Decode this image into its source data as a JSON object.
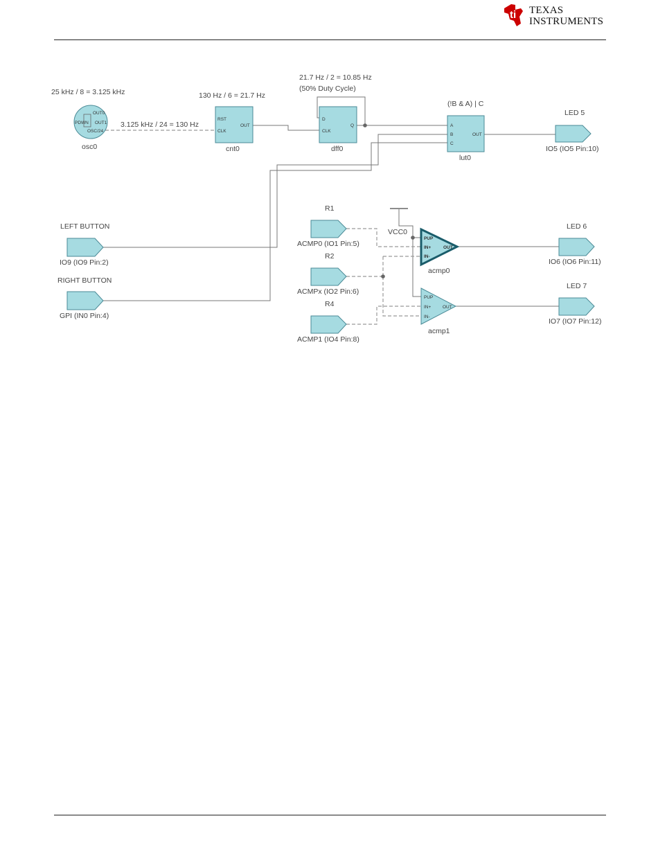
{
  "brand": {
    "line1": "Texas",
    "line2": "Instruments",
    "logo_icon": "ti-logo-icon",
    "logo_color": "#cc0000"
  },
  "colors": {
    "block_fill": "#a6dbe1",
    "block_stroke": "#4a8a96",
    "selected_stroke": "#1a5c6a",
    "wire": "#777777"
  },
  "diagram": {
    "osc": {
      "note": "25 kHz / 8 = 3.125 kHz",
      "name": "osc0",
      "pins": {
        "pdwn": "PDWN",
        "out0": "OUT0",
        "out1": "OUT1",
        "osc24": "OSC/24"
      },
      "link_note": "3.125 kHz / 24 = 130 Hz"
    },
    "cnt": {
      "note": "130 Hz / 6 = 21.7 Hz",
      "name": "cnt0",
      "pins": {
        "rst": "RST",
        "clk": "CLK",
        "out": "OUT"
      }
    },
    "dff": {
      "note_line1": "21.7 Hz / 2 = 10.85 Hz",
      "note_line2": "(50% Duty Cycle)",
      "name": "dff0",
      "pins": {
        "d": "D",
        "clk": "CLK",
        "q": "Q"
      }
    },
    "lut": {
      "note": "(!B & A) | C",
      "name": "lut0",
      "pins": {
        "a": "A",
        "b": "B",
        "c": "C",
        "out": "OUT"
      }
    },
    "led5": {
      "title": "LED 5",
      "pin": "IO5 (IO5 Pin:10)"
    },
    "led6": {
      "title": "LED 6",
      "pin": "IO6 (IO6 Pin:11)"
    },
    "led7": {
      "title": "LED 7",
      "pin": "IO7 (IO7 Pin:12)"
    },
    "left_button": {
      "title": "LEFT BUTTON",
      "pin": "IO9 (IO9 Pin:2)"
    },
    "right_button": {
      "title": "RIGHT BUTTON",
      "pin": "GPI (IN0 Pin:4)"
    },
    "r1": {
      "title": "R1",
      "pin": "ACMP0 (IO1 Pin:5)"
    },
    "r2": {
      "title": "R2",
      "pin": "ACMPx (IO2 Pin:6)"
    },
    "r4": {
      "title": "R4",
      "pin": "ACMP1 (IO4 Pin:8)"
    },
    "vcc": {
      "label": "VCC0"
    },
    "acmp0": {
      "name": "acmp0",
      "pins": {
        "pup": "PUP",
        "inp": "IN+",
        "inm": "IN-",
        "out": "OUT"
      }
    },
    "acmp1": {
      "name": "acmp1",
      "pins": {
        "pup": "PUP",
        "inp": "IN+",
        "inm": "IN-",
        "out": "OUT"
      }
    }
  }
}
